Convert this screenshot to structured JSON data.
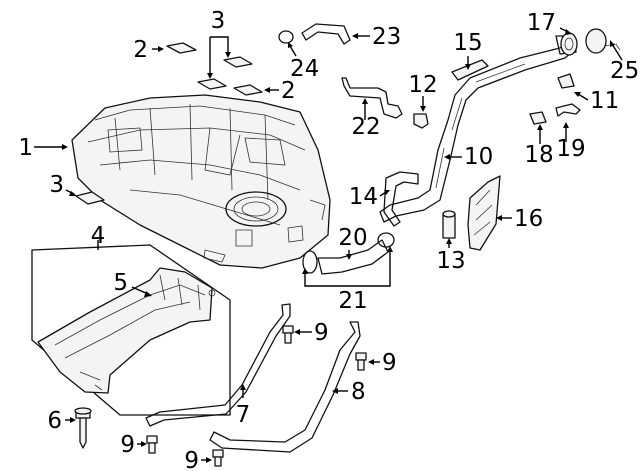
{
  "callouts": [
    {
      "id": "c1",
      "text": "1"
    },
    {
      "id": "c2a",
      "text": "2"
    },
    {
      "id": "c2b",
      "text": "2"
    },
    {
      "id": "c3a",
      "text": "3"
    },
    {
      "id": "c3b",
      "text": "3"
    },
    {
      "id": "c4",
      "text": "4"
    },
    {
      "id": "c5",
      "text": "5"
    },
    {
      "id": "c6",
      "text": "6"
    },
    {
      "id": "c7",
      "text": "7"
    },
    {
      "id": "c8",
      "text": "8"
    },
    {
      "id": "c9a",
      "text": "9"
    },
    {
      "id": "c9b",
      "text": "9"
    },
    {
      "id": "c9c",
      "text": "9"
    },
    {
      "id": "c9d",
      "text": "9"
    },
    {
      "id": "c10",
      "text": "10"
    },
    {
      "id": "c11",
      "text": "11"
    },
    {
      "id": "c12",
      "text": "12"
    },
    {
      "id": "c13",
      "text": "13"
    },
    {
      "id": "c14",
      "text": "14"
    },
    {
      "id": "c15",
      "text": "15"
    },
    {
      "id": "c16",
      "text": "16"
    },
    {
      "id": "c17",
      "text": "17"
    },
    {
      "id": "c18",
      "text": "18"
    },
    {
      "id": "c19",
      "text": "19"
    },
    {
      "id": "c20",
      "text": "20"
    },
    {
      "id": "c21",
      "text": "21"
    },
    {
      "id": "c22",
      "text": "22"
    },
    {
      "id": "c23",
      "text": "23"
    },
    {
      "id": "c24",
      "text": "24"
    },
    {
      "id": "c25",
      "text": "25"
    }
  ]
}
